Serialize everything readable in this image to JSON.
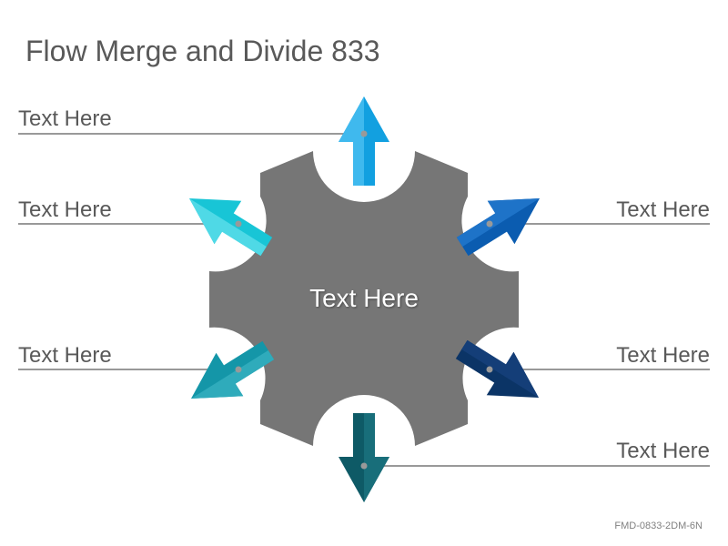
{
  "title": "Flow Merge and Divide 833",
  "footer_code": "FMD-0833-2DM-6N",
  "center": {
    "label": "Text Here",
    "color": "#767676"
  },
  "connector_color": "#999999",
  "labels": [
    {
      "id": "top",
      "text": "Text Here",
      "side": "left",
      "arrow_color": "#12A0E0"
    },
    {
      "id": "upper-left",
      "text": "Text Here",
      "side": "left",
      "arrow_color": "#18C5D6"
    },
    {
      "id": "lower-left",
      "text": "Text Here",
      "side": "left",
      "arrow_color": "#1496A8"
    },
    {
      "id": "upper-right",
      "text": "Text Here",
      "side": "right",
      "arrow_color": "#0B5CB0"
    },
    {
      "id": "lower-right",
      "text": "Text Here",
      "side": "right",
      "arrow_color": "#0B3466"
    },
    {
      "id": "bottom",
      "text": "Text Here",
      "side": "right",
      "arrow_color": "#0E5A66"
    }
  ]
}
